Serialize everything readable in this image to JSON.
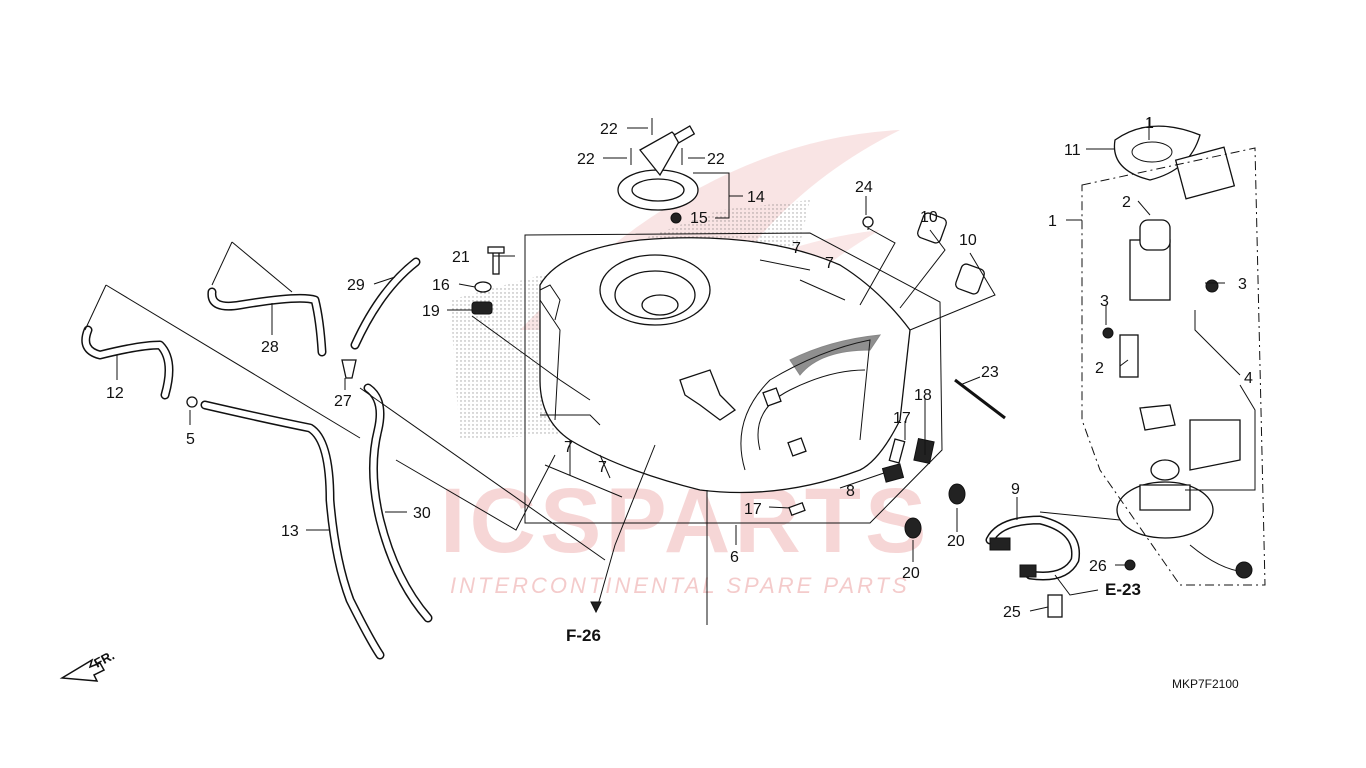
{
  "watermark": {
    "brand": "ICSPARTS",
    "tagline": "INTERCONTINENTAL SPARE PARTS",
    "color": "#e36a6a"
  },
  "diagram_code": "MKP7F2100",
  "front_indicator": "FR.",
  "references": {
    "f26": "F-26",
    "e23": "E-23"
  },
  "callouts": {
    "c22a": "22",
    "c22b": "22",
    "c22c": "22",
    "c14": "14",
    "c15": "15",
    "c24": "24",
    "c10a": "10",
    "c10b": "10",
    "c11": "11",
    "c1a": "1",
    "c1b": "1",
    "c2a": "2",
    "c2b": "2",
    "c3a": "3",
    "c3b": "3",
    "c4": "4",
    "c7a": "7",
    "c7b": "7",
    "c7c": "7",
    "c7d": "7",
    "c21": "21",
    "c16": "16",
    "c19": "19",
    "c29": "29",
    "c28": "28",
    "c12": "12",
    "c27": "27",
    "c5": "5",
    "c23": "23",
    "c18": "18",
    "c17a": "17",
    "c17b": "17",
    "c8": "8",
    "c9": "9",
    "c20a": "20",
    "c20b": "20",
    "c6": "6",
    "c13": "13",
    "c30": "30",
    "c26": "26",
    "c25": "25"
  }
}
